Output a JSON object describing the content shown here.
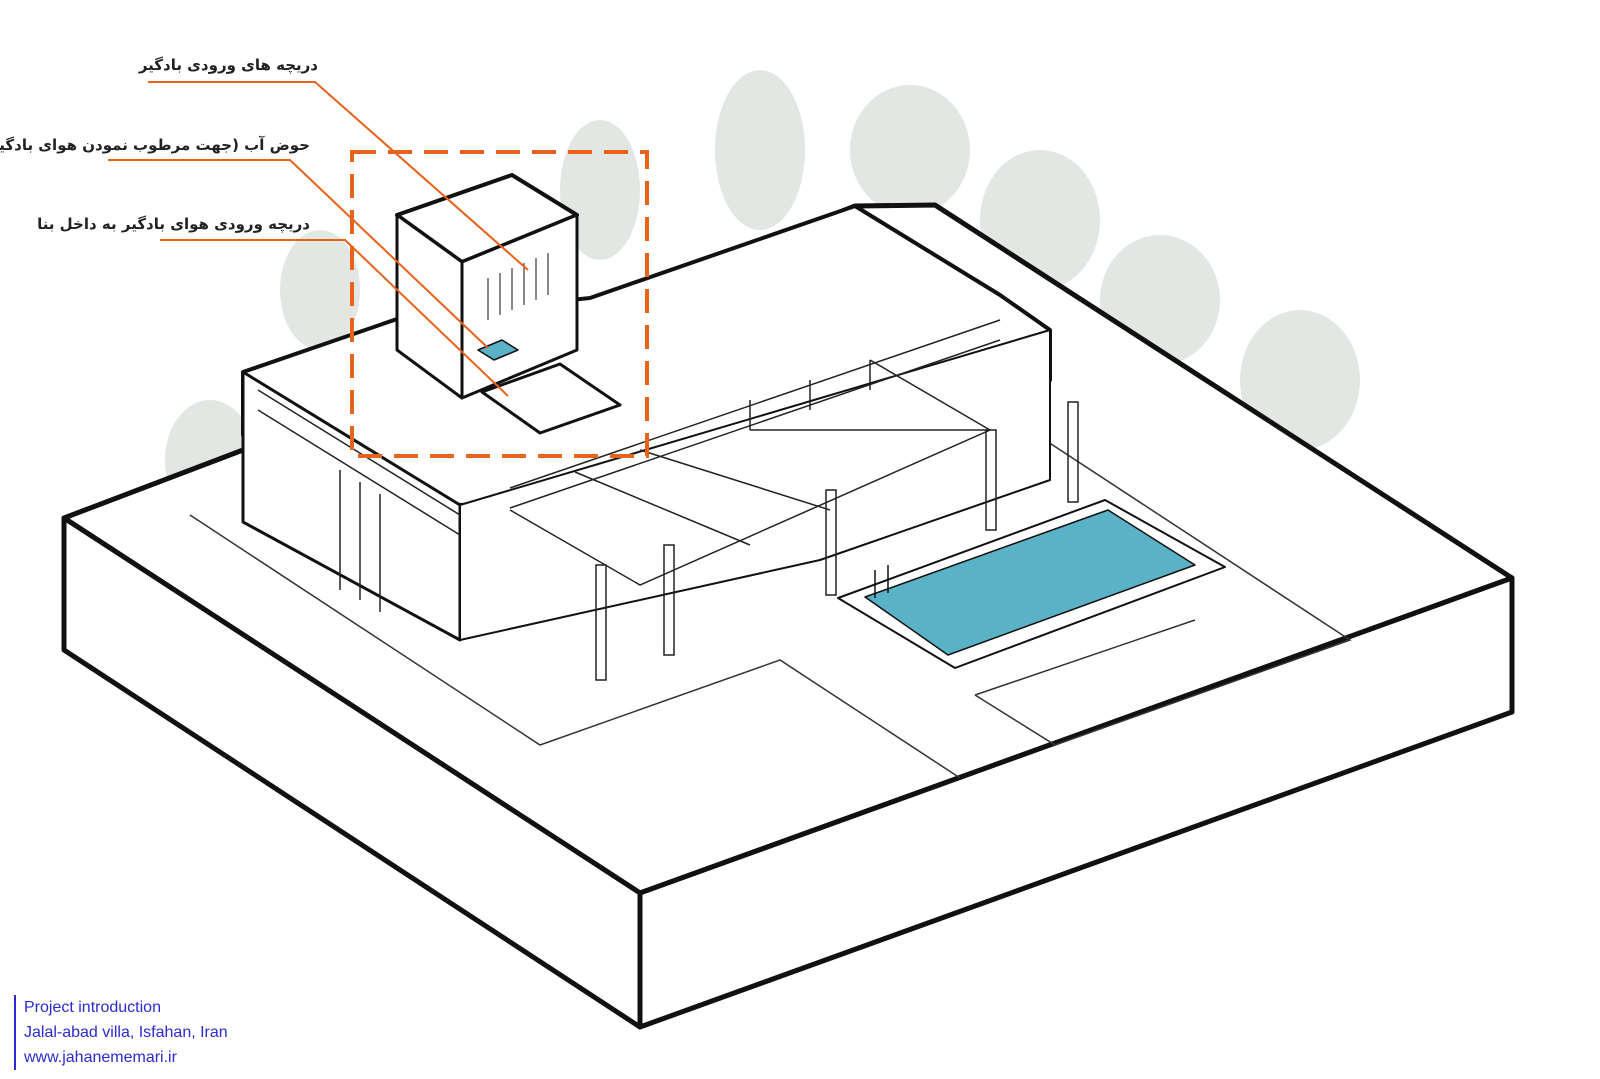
{
  "annotations": [
    {
      "id": "windcatcher-inlet-vents",
      "text": "دریچه های ورودی بادگیر"
    },
    {
      "id": "water-pool",
      "text": "حوض آب (جهت مرطوب نمودن هوای بادگیر)"
    },
    {
      "id": "air-inlet-to-building",
      "text": "دریچه ورودی هوای بادگیر به داخل بنا"
    }
  ],
  "caption": {
    "line1": "Project introduction",
    "line2": "Jalal-abad villa, Isfahan, Iran",
    "line3": "www.jahanememari.ir"
  },
  "colors": {
    "highlight": "#e8621a",
    "water": "#5ab2c6",
    "caption_text": "#2a2ad0",
    "outline": "#111111",
    "tree": "#dde3df"
  }
}
